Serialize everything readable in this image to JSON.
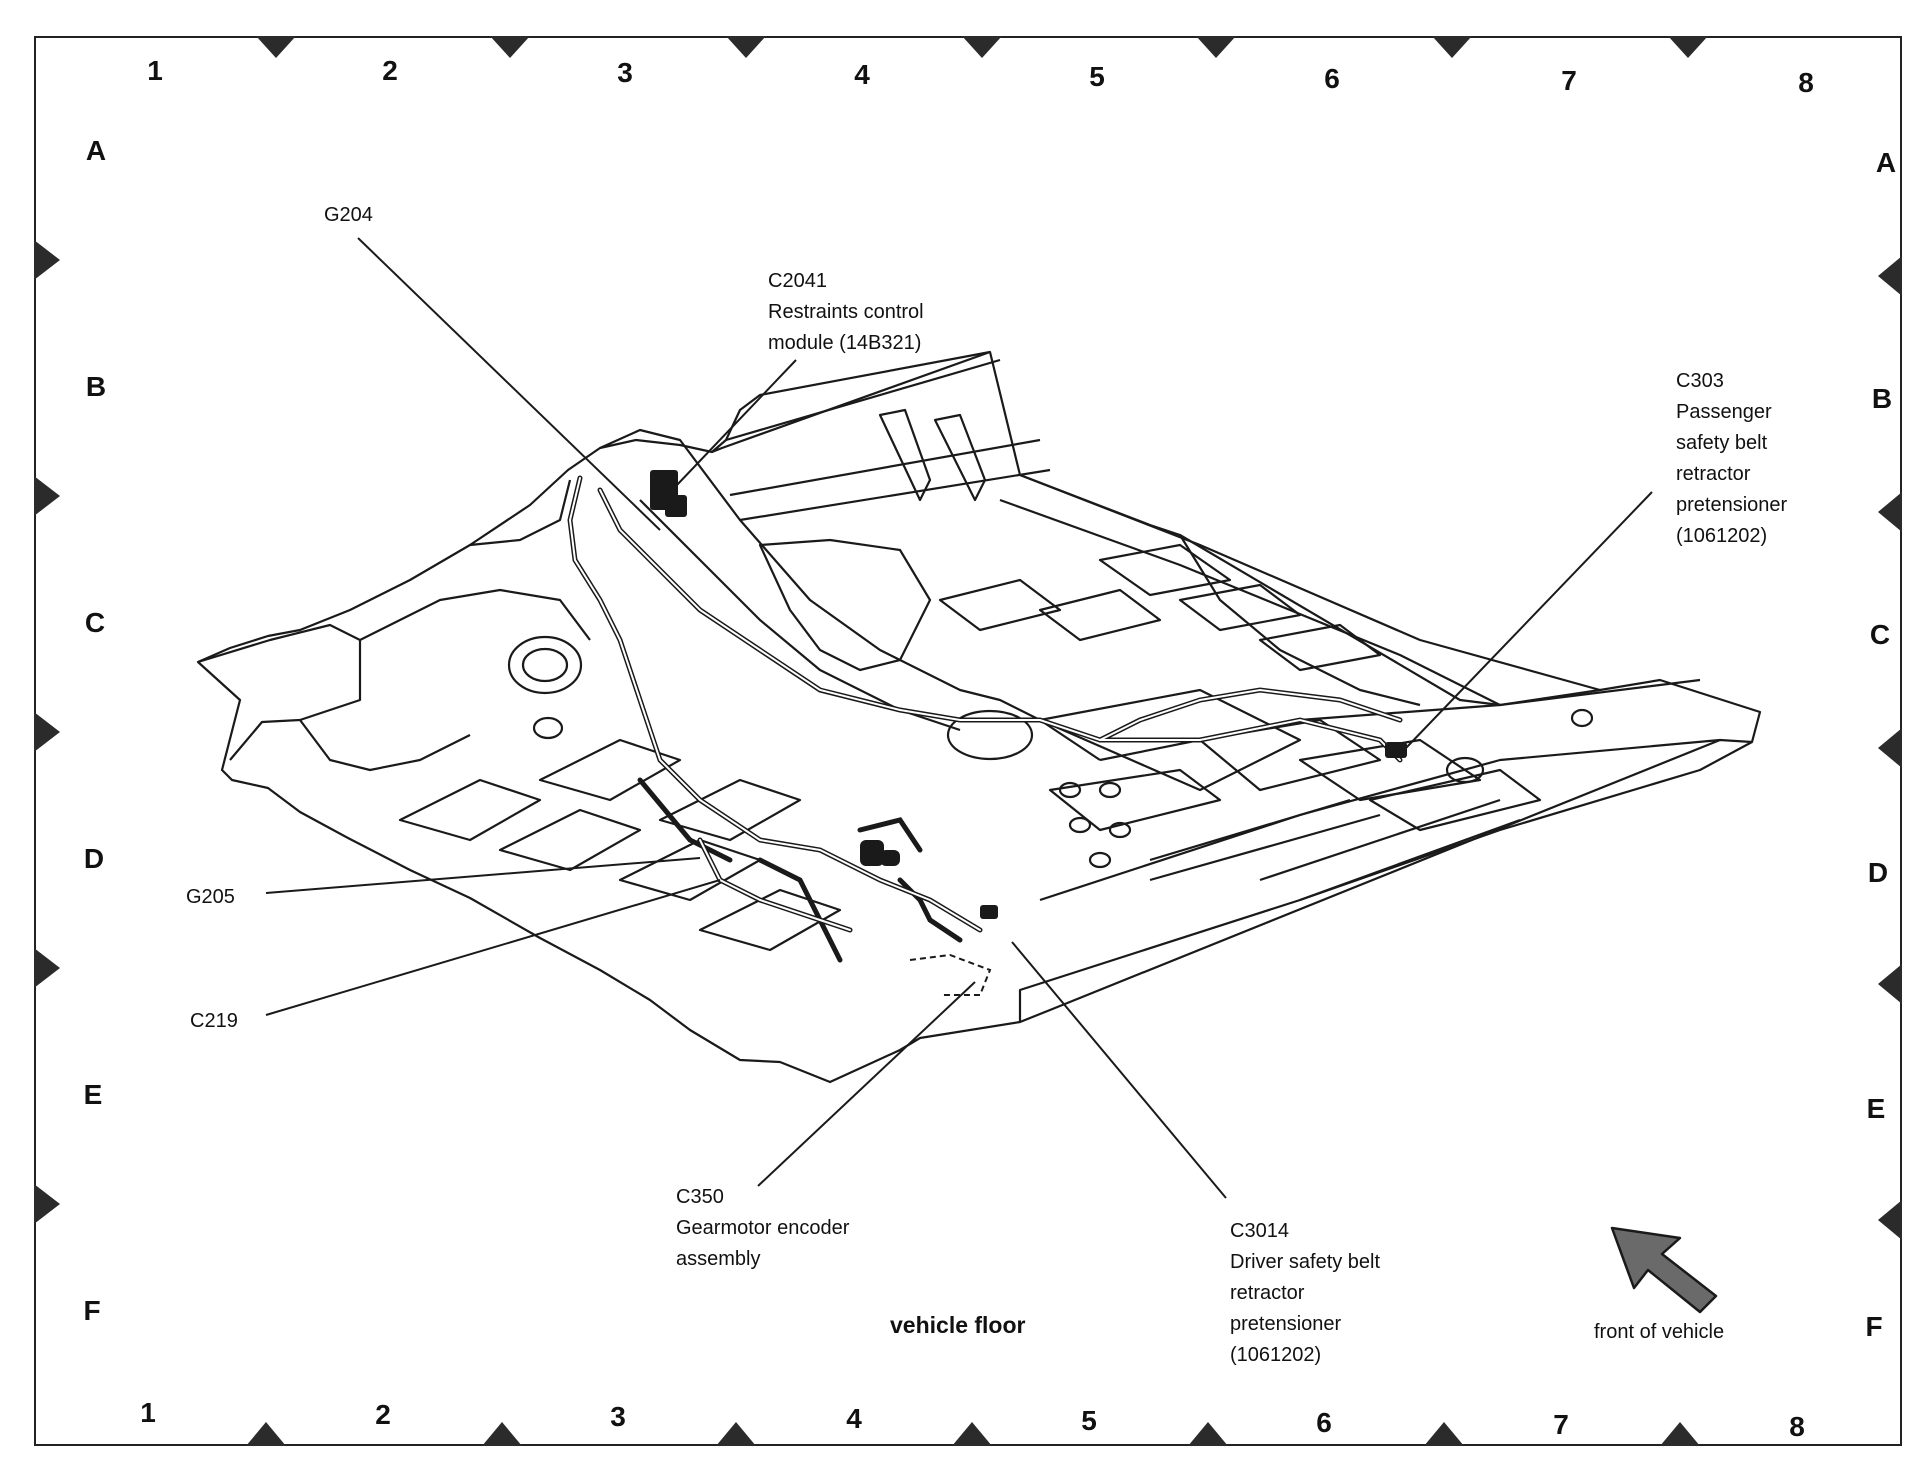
{
  "grid": {
    "columns": [
      "1",
      "2",
      "3",
      "4",
      "5",
      "6",
      "7",
      "8"
    ],
    "rows": [
      "A",
      "B",
      "C",
      "D",
      "E",
      "F"
    ]
  },
  "callouts": {
    "g204": {
      "lines": [
        "G204"
      ]
    },
    "c2041": {
      "lines": [
        "C2041",
        "Restraints control",
        "module (14B321)"
      ]
    },
    "c303": {
      "lines": [
        "C303",
        "Passenger",
        "safety belt",
        "retractor",
        "pretensioner",
        "(1061202)"
      ]
    },
    "g205": {
      "lines": [
        "G205"
      ]
    },
    "c219": {
      "lines": [
        "C219"
      ]
    },
    "c350": {
      "lines": [
        "C350",
        "Gearmotor encoder",
        "assembly"
      ]
    },
    "c3014": {
      "lines": [
        "C3014",
        "Driver safety belt",
        "retractor",
        "pretensioner",
        "(1061202)"
      ]
    }
  },
  "title": "vehicle floor",
  "front_label": "front of vehicle",
  "colors": {
    "line": "#1a1a1a",
    "marker": "#2b2b2b",
    "arrow_fill": "#6a6a6a"
  }
}
